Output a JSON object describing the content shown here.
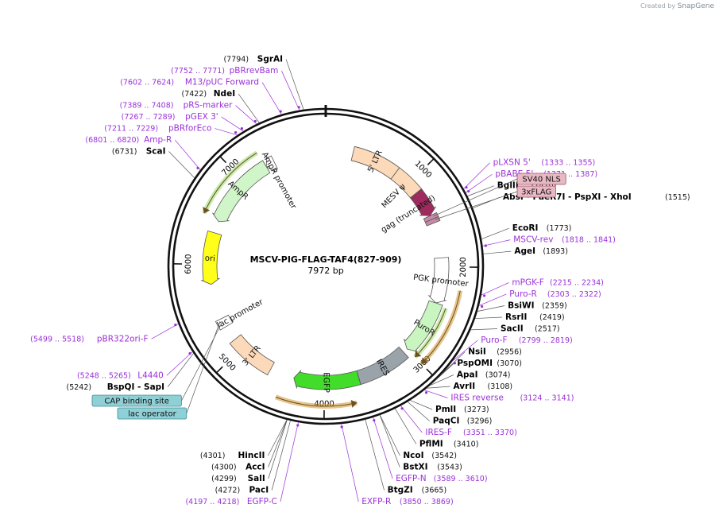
{
  "brand": {
    "prefix": "Created by",
    "name": "SnapGene"
  },
  "map": {
    "name": "MSCV-PIG-FLAG-TAF4(827-909)",
    "length": "7972 bp",
    "length_bp": 7972
  },
  "colors": {
    "primer": "#9b30d9",
    "enzyme": "#000000",
    "leader": "#555555"
  },
  "ticks": [
    {
      "label": "1000",
      "value": 1000
    },
    {
      "label": "2000",
      "value": 2000
    },
    {
      "label": "3000",
      "value": 3000
    },
    {
      "label": "4000",
      "value": 4000
    },
    {
      "label": "5000",
      "value": 5000
    },
    {
      "label": "6000",
      "value": 6000
    },
    {
      "label": "7000",
      "value": 7000
    }
  ],
  "labels": [
    {
      "name": "SgrAI",
      "pos": "(7794)",
      "kind": "enzyme",
      "site": 7794
    },
    {
      "name": "pBRrevBam",
      "pos": "(7752 .. 7771)",
      "kind": "primer",
      "site": 7760
    },
    {
      "name": "M13/pUC Forward",
      "pos": "(7602 .. 7624)",
      "kind": "primer",
      "site": 7612
    },
    {
      "name": "NdeI",
      "pos": "(7422)",
      "kind": "enzyme",
      "site": 7422
    },
    {
      "name": "pRS-marker",
      "pos": "(7389 .. 7408)",
      "kind": "primer",
      "site": 7398
    },
    {
      "name": "pGEX 3'",
      "pos": "(7267 .. 7289)",
      "kind": "primer",
      "site": 7278
    },
    {
      "name": "pBRforEco",
      "pos": "(7211 .. 7229)",
      "kind": "primer",
      "site": 7220
    },
    {
      "name": "Amp-R",
      "pos": "(6801 .. 6820)",
      "kind": "primer",
      "site": 6810
    },
    {
      "name": "ScaI",
      "pos": "(6731)",
      "kind": "enzyme",
      "site": 6731
    },
    {
      "name": "pLXSN 5'",
      "pos": "(1333 .. 1355)",
      "kind": "primer",
      "site": 1344
    },
    {
      "name": "pBABE 5'",
      "pos": "(1371 .. 1387)",
      "kind": "primer",
      "site": 1379
    },
    {
      "name": "BglII",
      "pos": "(1410)",
      "kind": "enzyme",
      "site": 1410
    },
    {
      "name": "AbsI - PaeR7I - PspXI - XhoI",
      "pos": "(1515)",
      "kind": "enzyme",
      "site": 1515
    },
    {
      "name": "EcoRI",
      "pos": "(1773)",
      "kind": "enzyme",
      "site": 1773
    },
    {
      "name": "MSCV-rev",
      "pos": "(1818 .. 1841)",
      "kind": "primer",
      "site": 1830
    },
    {
      "name": "AgeI",
      "pos": "(1893)",
      "kind": "enzyme",
      "site": 1893
    },
    {
      "name": "mPGK-F",
      "pos": "(2215 .. 2234)",
      "kind": "primer",
      "site": 2225
    },
    {
      "name": "Puro-R",
      "pos": "(2303 .. 2322)",
      "kind": "primer",
      "site": 2312
    },
    {
      "name": "BsiWI",
      "pos": "(2359)",
      "kind": "enzyme",
      "site": 2359
    },
    {
      "name": "RsrII",
      "pos": "(2419)",
      "kind": "enzyme",
      "site": 2419
    },
    {
      "name": "SacII",
      "pos": "(2517)",
      "kind": "enzyme",
      "site": 2517
    },
    {
      "name": "Puro-F",
      "pos": "(2799 .. 2819)",
      "kind": "primer",
      "site": 2809
    },
    {
      "name": "NsiI",
      "pos": "(2956)",
      "kind": "enzyme",
      "site": 2956
    },
    {
      "name": "PspOMI",
      "pos": "(3070)",
      "kind": "enzyme",
      "site": 3070
    },
    {
      "name": "ApaI",
      "pos": "(3074)",
      "kind": "enzyme",
      "site": 3074
    },
    {
      "name": "AvrII",
      "pos": "(3108)",
      "kind": "enzyme",
      "site": 3108
    },
    {
      "name": "IRES reverse",
      "pos": "(3124 .. 3141)",
      "kind": "primer",
      "site": 3132
    },
    {
      "name": "PmlI",
      "pos": "(3273)",
      "kind": "enzyme",
      "site": 3273
    },
    {
      "name": "PaqCI",
      "pos": "(3296)",
      "kind": "enzyme",
      "site": 3296
    },
    {
      "name": "IRES-F",
      "pos": "(3351 .. 3370)",
      "kind": "primer",
      "site": 3360
    },
    {
      "name": "PflMI",
      "pos": "(3410)",
      "kind": "enzyme",
      "site": 3410
    },
    {
      "name": "NcoI",
      "pos": "(3542)",
      "kind": "enzyme",
      "site": 3542
    },
    {
      "name": "BstXI",
      "pos": "(3543)",
      "kind": "enzyme",
      "site": 3543
    },
    {
      "name": "EGFP-N",
      "pos": "(3589 .. 3610)",
      "kind": "primer",
      "site": 3600
    },
    {
      "name": "BtgZI",
      "pos": "(3665)",
      "kind": "enzyme",
      "site": 3665
    },
    {
      "name": "EXFP-R",
      "pos": "(3850 .. 3869)",
      "kind": "primer",
      "site": 3860
    },
    {
      "name": "EGFP-C",
      "pos": "(4197 .. 4218)",
      "kind": "primer",
      "site": 4207
    },
    {
      "name": "PacI",
      "pos": "(4272)",
      "kind": "enzyme",
      "site": 4272
    },
    {
      "name": "SalI",
      "pos": "(4299)",
      "kind": "enzyme",
      "site": 4299
    },
    {
      "name": "AccI",
      "pos": "(4300)",
      "kind": "enzyme",
      "site": 4300
    },
    {
      "name": "HincII",
      "pos": "(4301)",
      "kind": "enzyme",
      "site": 4301
    },
    {
      "name": "BspQI - SapI",
      "pos": "(5242)",
      "kind": "enzyme",
      "site": 5242
    },
    {
      "name": "L4440",
      "pos": "(5248 .. 5265)",
      "kind": "primer",
      "site": 5256
    },
    {
      "name": "pBR322ori-F",
      "pos": "(5499 .. 5518)",
      "kind": "primer",
      "site": 5508
    }
  ],
  "boxed_labels": [
    {
      "text": "SV40 NLS",
      "fill": "#e8b8c4",
      "stroke": "#9a5060",
      "site": 1440
    },
    {
      "text": "3xFLAG",
      "fill": "#e8b8c4",
      "stroke": "#9a5060",
      "site": 1480
    },
    {
      "text": "CAP binding site",
      "fill": "#8fcfd6",
      "stroke": "#3d8a94",
      "site": 5340
    },
    {
      "text": "lac operator",
      "fill": "#8fcfd6",
      "stroke": "#3d8a94",
      "site": 5370
    }
  ],
  "features": [
    {
      "name": "5' LTR",
      "start": 300,
      "end": 815,
      "color": "#fcd9b8",
      "direction": "none",
      "label": "5' LTR"
    },
    {
      "name": "MESV psi",
      "start": 815,
      "end": 1130,
      "color": "#fcd9b8",
      "direction": "none",
      "label": "MESV ψ"
    },
    {
      "name": "gag (truncated)",
      "start": 1130,
      "end": 1420,
      "color": "#9e2a5e",
      "direction": "forward",
      "label": "gag (truncated)"
    },
    {
      "name": "SV40 NLS",
      "start": 1420,
      "end": 1465,
      "color": "#c88aa6",
      "direction": "none",
      "label": ""
    },
    {
      "name": "3xFLAG",
      "start": 1465,
      "end": 1510,
      "color": "#c88aa6",
      "direction": "none",
      "label": ""
    },
    {
      "name": "PGK promoter",
      "start": 1900,
      "end": 2400,
      "color": "#ffffff",
      "direction": "forward",
      "label": "PGK promoter"
    },
    {
      "name": "PuroR",
      "start": 2400,
      "end": 3000,
      "color": "#c8f5c0",
      "direction": "forward",
      "label": "PuroR"
    },
    {
      "name": "IRES",
      "start": 3050,
      "end": 3620,
      "color": "#9aa3aa",
      "direction": "none",
      "label": "IRES"
    },
    {
      "name": "EGFP",
      "start": 3620,
      "end": 4340,
      "color": "#42dc2a",
      "direction": "forward",
      "label": "EGFP"
    },
    {
      "name": "3' LTR",
      "start": 4610,
      "end": 5120,
      "color": "#fcd9b8",
      "direction": "none",
      "label": "3' LTR"
    },
    {
      "name": "lac promoter",
      "start": 5290,
      "end": 5390,
      "color": "#ffffff",
      "direction": "none",
      "label": "lac promoter"
    },
    {
      "name": "ori",
      "start": 5780,
      "end": 6350,
      "color": "#ffff1a",
      "direction": "reverse",
      "label": "ori"
    },
    {
      "name": "AmpR",
      "start": 6480,
      "end": 7290,
      "color": "#d0f5c8",
      "direction": "reverse",
      "label": "AmpR"
    },
    {
      "name": "AmpR promoter",
      "start": 7290,
      "end": 7390,
      "color": "#ffffff",
      "direction": "reverse",
      "label": "AmpR promoter"
    }
  ],
  "orfs": [
    {
      "start": 2220,
      "end": 3000,
      "direction": "forward",
      "color": "#d49632"
    },
    {
      "start": 3700,
      "end": 4450,
      "direction": "reverse",
      "color": "#d49632"
    },
    {
      "start": 6500,
      "end": 7280,
      "direction": "reverse",
      "color": "#9adc6a"
    },
    {
      "start": 2420,
      "end": 3000,
      "direction": "forward",
      "color": "#9adc6a"
    }
  ]
}
